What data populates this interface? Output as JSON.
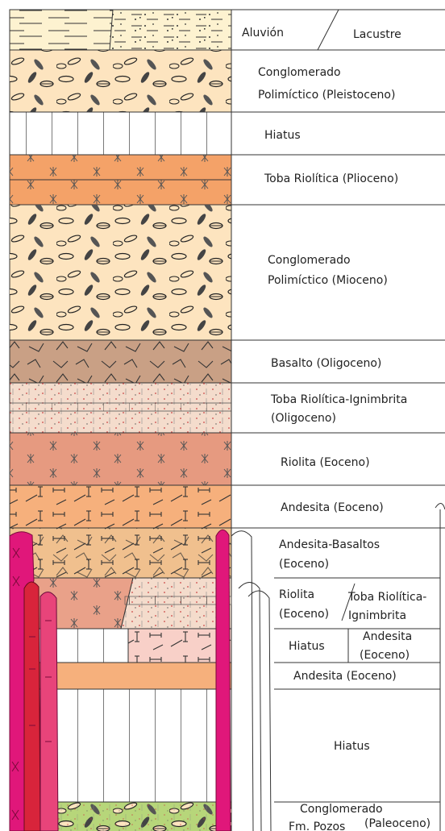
{
  "colors": {
    "aluvion": "#fdf2d0",
    "lacustre": "#fdf2d0",
    "conglomerado": "#fde4bf",
    "hiatus": "#ffffff",
    "toba_plioceno": "#f4a268",
    "basalto": "#c9a085",
    "toba_ignimbrita": "#f4dccc",
    "riolita": "#e69a80",
    "andesita": "#f6b07c",
    "andesita_basaltos": "#f0c08e",
    "riolita_lower": "#e9a189",
    "andesita_lower_pink": "#f8d0c8",
    "conglomerado_pozos": "#b7d67a",
    "dike_magenta": "#e0177a",
    "dike_red": "#d8243b",
    "dike_pink": "#e8447a"
  },
  "units": [
    {
      "key": "aluvion",
      "label": "Aluvión",
      "pattern": "dashes"
    },
    {
      "key": "lacustre",
      "label": "Lacustre",
      "pattern": "dots-dashes"
    },
    {
      "key": "conglomerado_pleistoceno",
      "line1": "Conglomerado",
      "line2": "Polimíctico (Pleistoceno)",
      "pattern": "pebbles"
    },
    {
      "key": "hiatus_1",
      "label": "Hiatus",
      "pattern": "vertical"
    },
    {
      "key": "toba_plioceno",
      "label": "Toba Riolítica  (Plioceno)",
      "pattern": "stars"
    },
    {
      "key": "conglomerado_mioceno",
      "line1": "Conglomerado",
      "line2": "Polimíctico (Mioceno)",
      "pattern": "pebbles"
    },
    {
      "key": "basalto",
      "label": "Basalto (Oligoceno)",
      "pattern": "angles"
    },
    {
      "key": "toba_ignimbrita_olig",
      "line1": "Toba Riolítica-Ignimbrita",
      "line2": "(Oligoceno)",
      "pattern": "ignimbrite"
    },
    {
      "key": "riolita_eoceno",
      "label": "Riolita (Eoceno)",
      "pattern": "stars"
    },
    {
      "key": "andesita_eoceno_1",
      "label": "Andesita (Eoceno)",
      "pattern": "sticks"
    },
    {
      "key": "andesita_basaltos",
      "line1": "Andesita-Basaltos",
      "line2": "(Eoceno)",
      "pattern": "sticks-angles"
    },
    {
      "key": "riolita_eoceno_2",
      "line1": "Riolita",
      "line2": "(Eoceno)",
      "pattern": "stars"
    },
    {
      "key": "toba_riolitica_ign",
      "line1": "Toba Riolítica-",
      "line2": "Ignimbrita",
      "pattern": "ignimbrite"
    },
    {
      "key": "hiatus_2",
      "label": "Hiatus",
      "pattern": "vertical"
    },
    {
      "key": "andesita_eoceno_2",
      "line1": "Andesita",
      "line2": "(Eoceno)",
      "pattern": "sticks"
    },
    {
      "key": "andesita_eoceno_3",
      "label": "Andesita (Eoceno)",
      "pattern": "solid"
    },
    {
      "key": "hiatus_3",
      "label": "Hiatus",
      "pattern": "vertical"
    },
    {
      "key": "conglomerado_pozos",
      "line1": "Conglomerado",
      "line2": "Fm. Pozos",
      "line3": "(Paleoceno)",
      "pattern": "pebbles"
    }
  ]
}
